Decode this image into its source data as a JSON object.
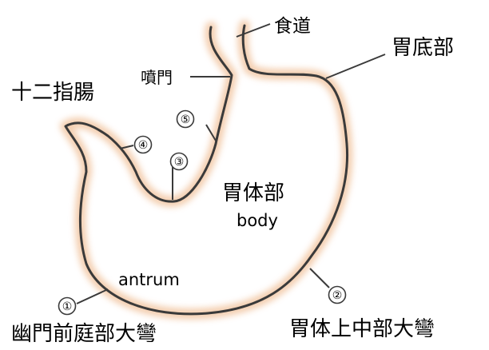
{
  "labels": {
    "esophagus": "食道",
    "fundus": "胃底部",
    "cardia": "噴門",
    "duodenum": "十二指腸",
    "body_jp": "胃体部",
    "body_en": "body",
    "antrum": "antrum",
    "pylorus_greater": "幽門前庭部大彎",
    "upper_body_greater": "胃体上中部大彎"
  },
  "markers": [
    "①",
    "②",
    "③",
    "④",
    "⑤"
  ],
  "colors": {
    "outline": "#3a3a3a",
    "glow": "#f2c7a4",
    "text": "#000000"
  }
}
